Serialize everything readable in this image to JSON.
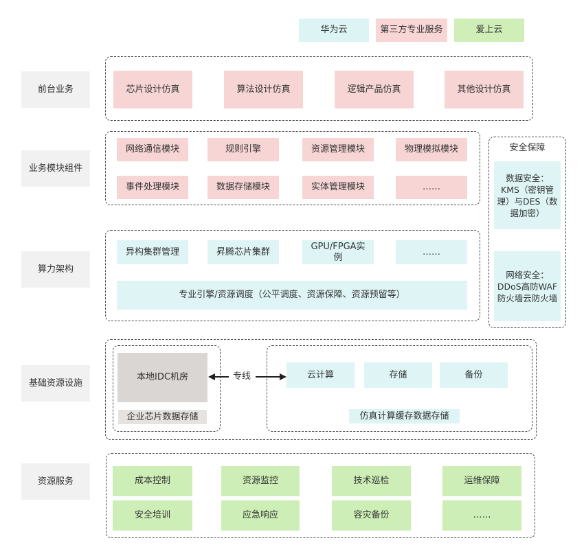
{
  "legend": {
    "huawei": "华为云",
    "third_party": "第三方专业服务",
    "aishang": "爱上云"
  },
  "layers": {
    "frontend": "前台业务",
    "modules": "业务模块组件",
    "compute": "算力架构",
    "infra": "基础资源设施",
    "services": "资源服务"
  },
  "frontend_items": [
    "芯片设计仿真",
    "算法设计仿真",
    "逻辑产品仿真",
    "其他设计仿真"
  ],
  "module_items": [
    "网络通信模块",
    "规则引擎",
    "资源管理模块",
    "物理模拟模块",
    "事件处理模块",
    "数据存储模块",
    "实体管理模块",
    "……"
  ],
  "compute_items": [
    "异构集群管理",
    "昇腾芯片集群",
    "GPU/FPGA实例",
    "……"
  ],
  "compute_scheduler": "专业引擎/资源调度（公平调度、资源保障、资源预留等）",
  "infra": {
    "idc": "本地IDC机房",
    "enterprise_storage": "企业芯片数据存储",
    "link": "专线",
    "cloud_items": [
      "云计算",
      "存储",
      "备份"
    ],
    "sim_storage": "仿真计算缓存数据存储"
  },
  "service_items": [
    "成本控制",
    "资源监控",
    "技术巡检",
    "运维保障",
    "安全培训",
    "应急响应",
    "容灾备份",
    "……"
  ],
  "security": {
    "title": "安全保障",
    "data_security": "数据安全：KMS（密钥管理）与DES（数据加密）",
    "network_security": "网络安全：DDoS高防WAF防火墙云防火墙"
  }
}
